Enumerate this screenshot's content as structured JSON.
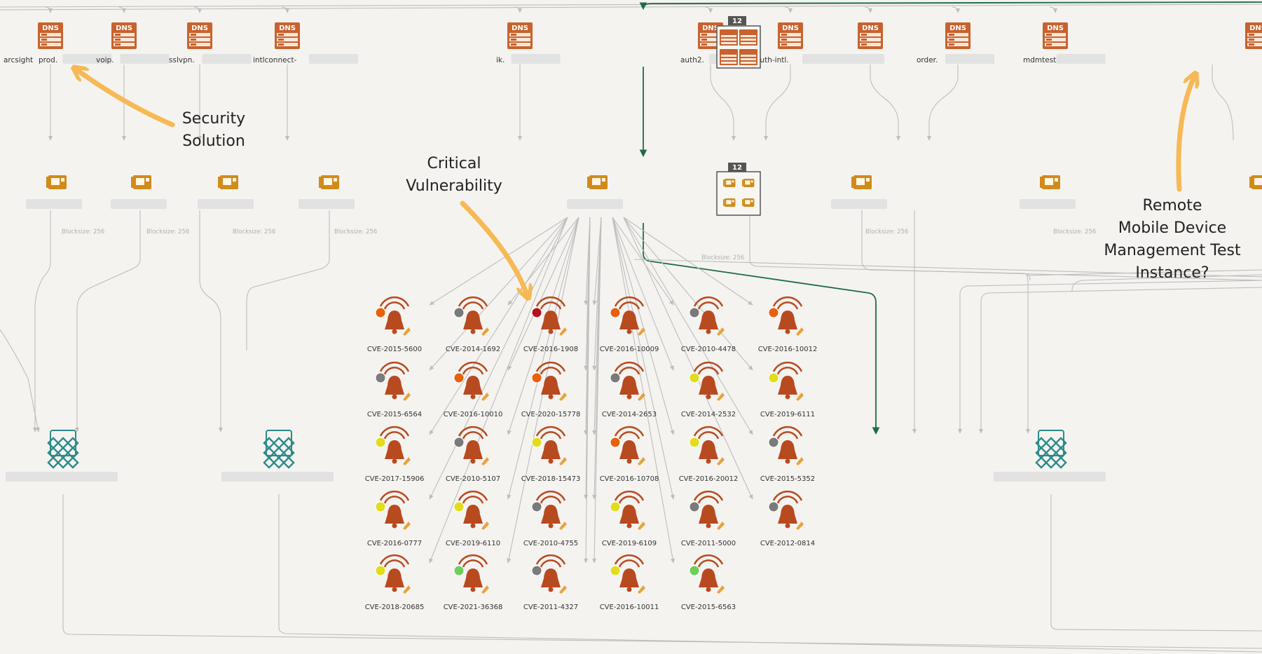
{
  "dns_nodes": [
    "arcsight",
    "prod.",
    "voip.",
    "sslvpn.",
    "intlconnect-",
    "ik.",
    "auth2.",
    "auth-intl.",
    "",
    "order.",
    "mdmtest"
  ],
  "group_dns_badge": "12",
  "group_nic_badge": "12",
  "blocksize_label": "Blocksize: 256",
  "dns_icon_text": "DNS",
  "annotations": {
    "security": [
      "Security",
      "Solution"
    ],
    "critical": [
      "Critical",
      "Vulnerability"
    ],
    "remote": [
      "Remote",
      "Mobile Device",
      "Management Test",
      "Instance?"
    ]
  },
  "vulnerabilities": [
    {
      "id": "CVE-2015-5600",
      "severity": "#e8600c"
    },
    {
      "id": "CVE-2014-1692",
      "severity": "#7a7a7a"
    },
    {
      "id": "CVE-2016-1908",
      "severity": "#b3121d"
    },
    {
      "id": "CVE-2016-10009",
      "severity": "#e8600c"
    },
    {
      "id": "CVE-2010-4478",
      "severity": "#7a7a7a"
    },
    {
      "id": "CVE-2016-10012",
      "severity": "#e8600c"
    },
    {
      "id": "CVE-2015-6564",
      "severity": "#7a7a7a"
    },
    {
      "id": "CVE-2016-10010",
      "severity": "#e8600c"
    },
    {
      "id": "CVE-2020-15778",
      "severity": "#e8600c"
    },
    {
      "id": "CVE-2014-2653",
      "severity": "#7a7a7a"
    },
    {
      "id": "CVE-2014-2532",
      "severity": "#e2dc1c"
    },
    {
      "id": "CVE-2019-6111",
      "severity": "#e2dc1c"
    },
    {
      "id": "CVE-2017-15906",
      "severity": "#e2dc1c"
    },
    {
      "id": "CVE-2010-5107",
      "severity": "#7a7a7a"
    },
    {
      "id": "CVE-2018-15473",
      "severity": "#e2dc1c"
    },
    {
      "id": "CVE-2016-10708",
      "severity": "#e8600c"
    },
    {
      "id": "CVE-2016-20012",
      "severity": "#e2dc1c"
    },
    {
      "id": "CVE-2015-5352",
      "severity": "#7a7a7a"
    },
    {
      "id": "CVE-2016-0777",
      "severity": "#e2dc1c"
    },
    {
      "id": "CVE-2019-6110",
      "severity": "#e2dc1c"
    },
    {
      "id": "CVE-2010-4755",
      "severity": "#7a7a7a"
    },
    {
      "id": "CVE-2019-6109",
      "severity": "#e2dc1c"
    },
    {
      "id": "CVE-2011-5000",
      "severity": "#7a7a7a"
    },
    {
      "id": "CVE-2012-0814",
      "severity": "#7a7a7a"
    },
    {
      "id": "CVE-2018-20685",
      "severity": "#e2dc1c"
    },
    {
      "id": "CVE-2021-36368",
      "severity": "#6ccf5a"
    },
    {
      "id": "CVE-2011-4327",
      "severity": "#7a7a7a"
    },
    {
      "id": "CVE-2016-10011",
      "severity": "#e2dc1c"
    },
    {
      "id": "CVE-2015-6563",
      "severity": "#6ccf5a"
    }
  ],
  "colors": {
    "dns": "#c8622e",
    "nic": "#d18b1a",
    "bell": "#b84a1f",
    "network": "#2b8a8a",
    "annotation_arrow": "#f7b955",
    "highlight_edge": "#1f6b45"
  }
}
